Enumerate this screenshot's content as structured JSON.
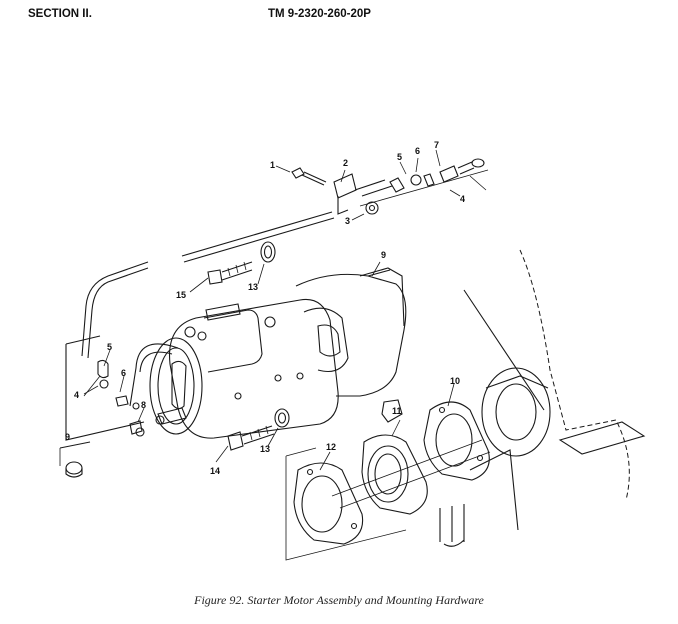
{
  "header": {
    "section": "SECTION II.",
    "tm": "TM  9-2320-260-20P"
  },
  "figure": {
    "caption": "Figure 92. Starter Motor Assembly and Mounting Hardware"
  },
  "callouts": {
    "c1": "1",
    "c2": "2",
    "c3": "3",
    "c4a": "4",
    "c5a": "5",
    "c6a": "6",
    "c7": "7",
    "c9a": "9",
    "c15": "15",
    "c13a": "13",
    "c5b": "5",
    "c4b": "4",
    "c6b": "6",
    "c8": "8",
    "c9b": "9",
    "c14": "14",
    "c13b": "13",
    "c11": "11",
    "c10": "10",
    "c12": "12"
  }
}
